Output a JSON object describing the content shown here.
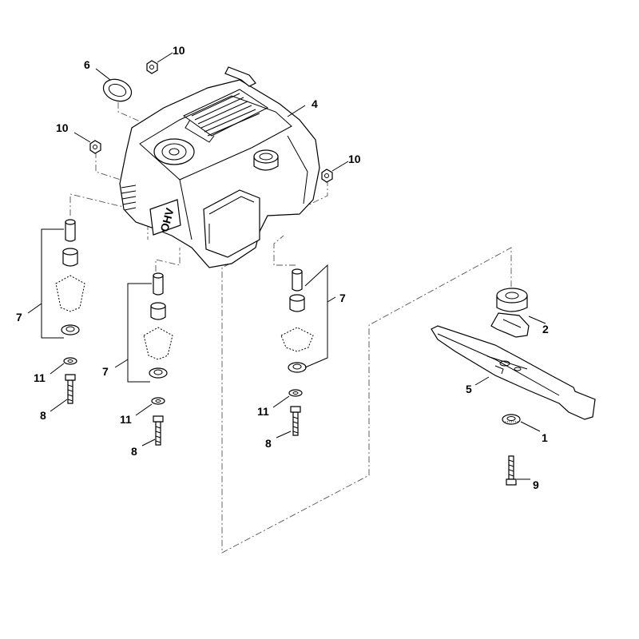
{
  "callouts": {
    "c1": "1",
    "c2": "2",
    "c4": "4",
    "c5": "5",
    "c6": "6",
    "c7a": "7",
    "c7b": "7",
    "c7c": "7",
    "c8a": "8",
    "c8b": "8",
    "c8c": "8",
    "c9": "9",
    "c10a": "10",
    "c10b": "10",
    "c10c": "10",
    "c11a": "11",
    "c11b": "11",
    "c11c": "11"
  },
  "engine_badge": "OHV"
}
